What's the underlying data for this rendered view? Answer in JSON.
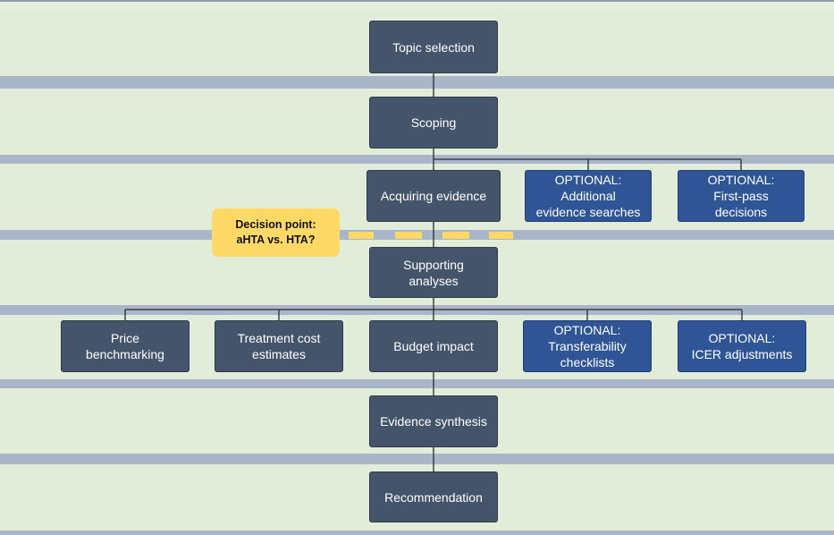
{
  "diagram": {
    "nodes": {
      "topic_selection": "Topic selection",
      "scoping": "Scoping",
      "acquiring_evidence": "Acquiring evidence",
      "optional_additional_searches": "OPTIONAL:\nAdditional\nevidence searches",
      "optional_first_pass": "OPTIONAL:\nFirst-pass\ndecisions",
      "decision_point": "Decision point:\naHTA vs. HTA?",
      "supporting_analyses": "Supporting\nanalyses",
      "price_benchmarking": "Price\nbenchmarking",
      "treatment_cost": "Treatment cost\nestimates",
      "budget_impact": "Budget impact",
      "optional_transferability": "OPTIONAL:\nTransferability\nchecklists",
      "optional_icer": "OPTIONAL:\nICER adjustments",
      "evidence_synthesis": "Evidence synthesis",
      "recommendation": "Recommendation"
    },
    "colors": {
      "step_box": "#44546a",
      "optional_box": "#2f5597",
      "decision_box": "#ffd966",
      "decision_dash": "#ffd966",
      "band": "#e2edd9",
      "separator": "#a9b6c9",
      "connector": "#2b2b2b"
    }
  }
}
